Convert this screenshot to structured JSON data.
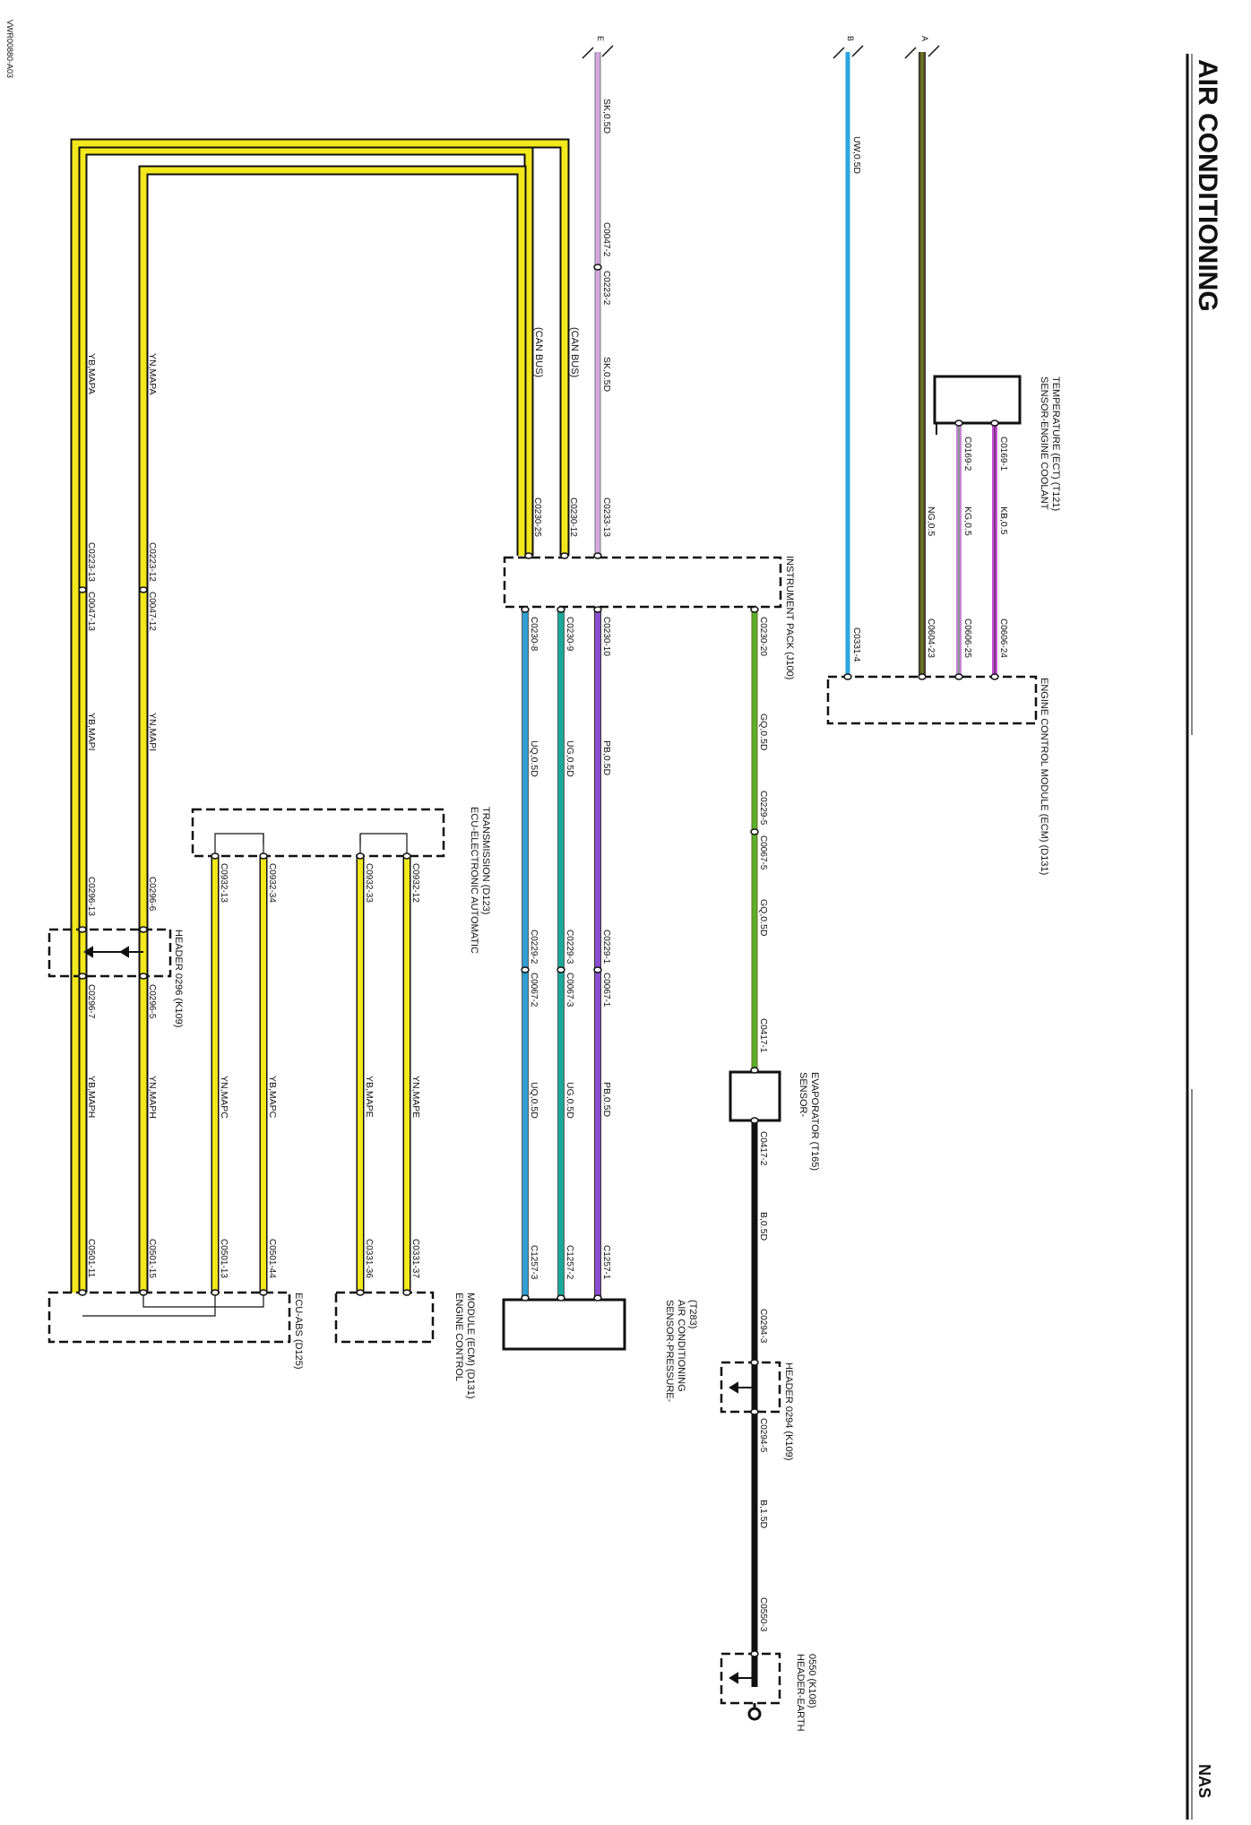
{
  "title": "AIR CONDITIONING",
  "market": "NAS",
  "doc_id": "VWR00880-A03",
  "connectors": {
    "a": "A",
    "b": "B",
    "e": "E"
  },
  "components": {
    "ect_sensor": [
      "SENSOR-ENGINE COOLANT",
      "TEMPERATURE (ECT) (T121)"
    ],
    "ecm_top": [
      "ENGINE CONTROL MODULE (ECM) (D131)"
    ],
    "instrument_pack": [
      "INSTRUMENT PACK (J100)"
    ],
    "tcm": [
      "ECU-ELECTRONIC AUTOMATIC",
      "TRANSMISSION (D123)"
    ],
    "header_0296": [
      "HEADER 0296 (K109)"
    ],
    "evap_sensor": [
      "SENSOR-",
      "EVAPORATOR (T165)"
    ],
    "ac_pressure": [
      "SENSOR-PRESSURE-",
      "AIR CONDITIONING",
      "(T283)"
    ],
    "ecm_bottom": [
      "ENGINE CONTROL",
      "MODULE (ECM) (D131)"
    ],
    "abs": [
      "ECU-ABS (D125)"
    ],
    "header_0294": [
      "HEADER 0294 (K109)"
    ],
    "header_earth": [
      "HEADER-EARTH",
      "0550 (K108)"
    ]
  },
  "can_bus": "(CAN BUS)",
  "wire_labels": {
    "sk_top": "SK,0.5D",
    "sk_mid": "SK,0.5D",
    "uw": "UW,0.5D",
    "kb": "KB,0.5",
    "kg": "KG,0.5",
    "ng": "NG,0.5",
    "gq_1": "GQ,0.5D",
    "gq_2": "GQ,0.5D",
    "pb_1": "PB,0.5D",
    "ug_1": "UG,0.5D",
    "uq_1": "UQ,0.5D",
    "pb_2": "PB,0.5D",
    "ug_2": "UG,0.5D",
    "uq_2": "UQ,0.5D",
    "b_05": "B,0.5D",
    "b_15": "B,1.5D",
    "yn_mapa": "YN,MAPA",
    "yb_mapa": "YB,MAPA",
    "yn_mapi": "YN,MAPI",
    "yb_mapi": "YB,MAPI",
    "yn_maph": "YN,MAPH",
    "yb_maph": "YB,MAPH",
    "yn_mapc": "YN,MAPC",
    "yb_mapc": "YB,MAPC",
    "yb_mape": "YB,MAPE",
    "yn_mape": "YN,MAPE"
  },
  "pins": {
    "c0047_2": "C0047-2",
    "c0223_2": "C0223-2",
    "c0233_13": "C0233-13",
    "c0230_12": "C0230-12",
    "c0230_25": "C0230-25",
    "c0169_1": "C0169-1",
    "c0169_2": "C0169-2",
    "c0606_24": "C0606-24",
    "c0606_25": "C0606-25",
    "c0604_23": "C0604-23",
    "c0331_4": "C0331-4",
    "c0230_20": "C0230-20",
    "c0230_10": "C0230-10",
    "c0230_9": "C0230-9",
    "c0230_8": "C0230-8",
    "c0229_5": "C0229-5",
    "c0067_5": "C0067-5",
    "c0229_1": "C0229-1",
    "c0067_1": "C0067-1",
    "c0229_3": "C0229-3",
    "c0067_3": "C0067-3",
    "c0229_2": "C0229-2",
    "c0067_2": "C0067-2",
    "c0417_1": "C0417-1",
    "c0417_2": "C0417-2",
    "c1257_1": "C1257-1",
    "c1257_2": "C1257-2",
    "c1257_3": "C1257-3",
    "c0223_12": "C0223-12",
    "c0047_12": "C0047-12",
    "c0223_13": "C0223-13",
    "c0047_13": "C0047-13",
    "c0932_12": "C0932-12",
    "c0932_33": "C0932-33",
    "c0932_34": "C0932-34",
    "c0932_13": "C0932-13",
    "c0296_6": "C0296-6",
    "c0296_13": "C0296-13",
    "c0296_5": "C0296-5",
    "c0296_7": "C0296-7",
    "c0331_37": "C0331-37",
    "c0331_36": "C0331-36",
    "c0501_44": "C0501-44",
    "c0501_13": "C0501-13",
    "c0501_15": "C0501-15",
    "c0501_11": "C0501-11",
    "c0294_3": "C0294-3",
    "c0294_5": "C0294-5",
    "c0550_3": "C0550-3"
  },
  "colors": {
    "sk": "#d4a8e0",
    "uw": "#2aa7dd",
    "ng": "#6b5a1a",
    "kb": "#c94fd6",
    "kg": "#c687d6",
    "gq": "#58b22a",
    "pb": "#8a4fcf",
    "ug": "#19a99a",
    "uq": "#2f9fd0",
    "yellow": "#f3e81c",
    "black": "#111111"
  }
}
